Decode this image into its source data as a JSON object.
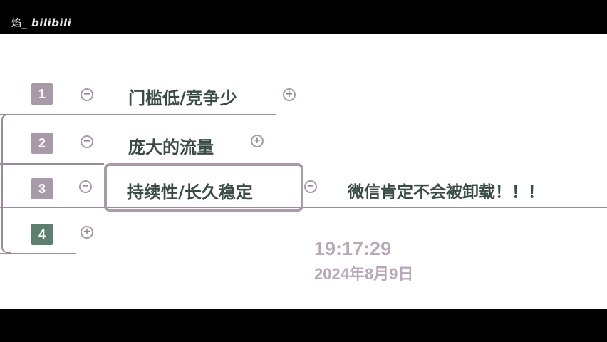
{
  "watermark": {
    "prefix": "焰_",
    "logo": "bilibili"
  },
  "list": [
    {
      "num": "1",
      "label": "门槛低/竞争少",
      "color": "#a89aa8"
    },
    {
      "num": "2",
      "label": "庞大的流量",
      "color": "#a89aa8"
    },
    {
      "num": "3",
      "label": "持续性/长久稳定",
      "color": "#a89aa8"
    },
    {
      "num": "4",
      "label": "",
      "color": "#5e7e6e"
    }
  ],
  "note": "微信肯定不会被卸载！！！",
  "clock": {
    "time": "19:17:29",
    "date": "2024年8月9日"
  },
  "icons": {
    "minus": "−",
    "plus": "+"
  }
}
